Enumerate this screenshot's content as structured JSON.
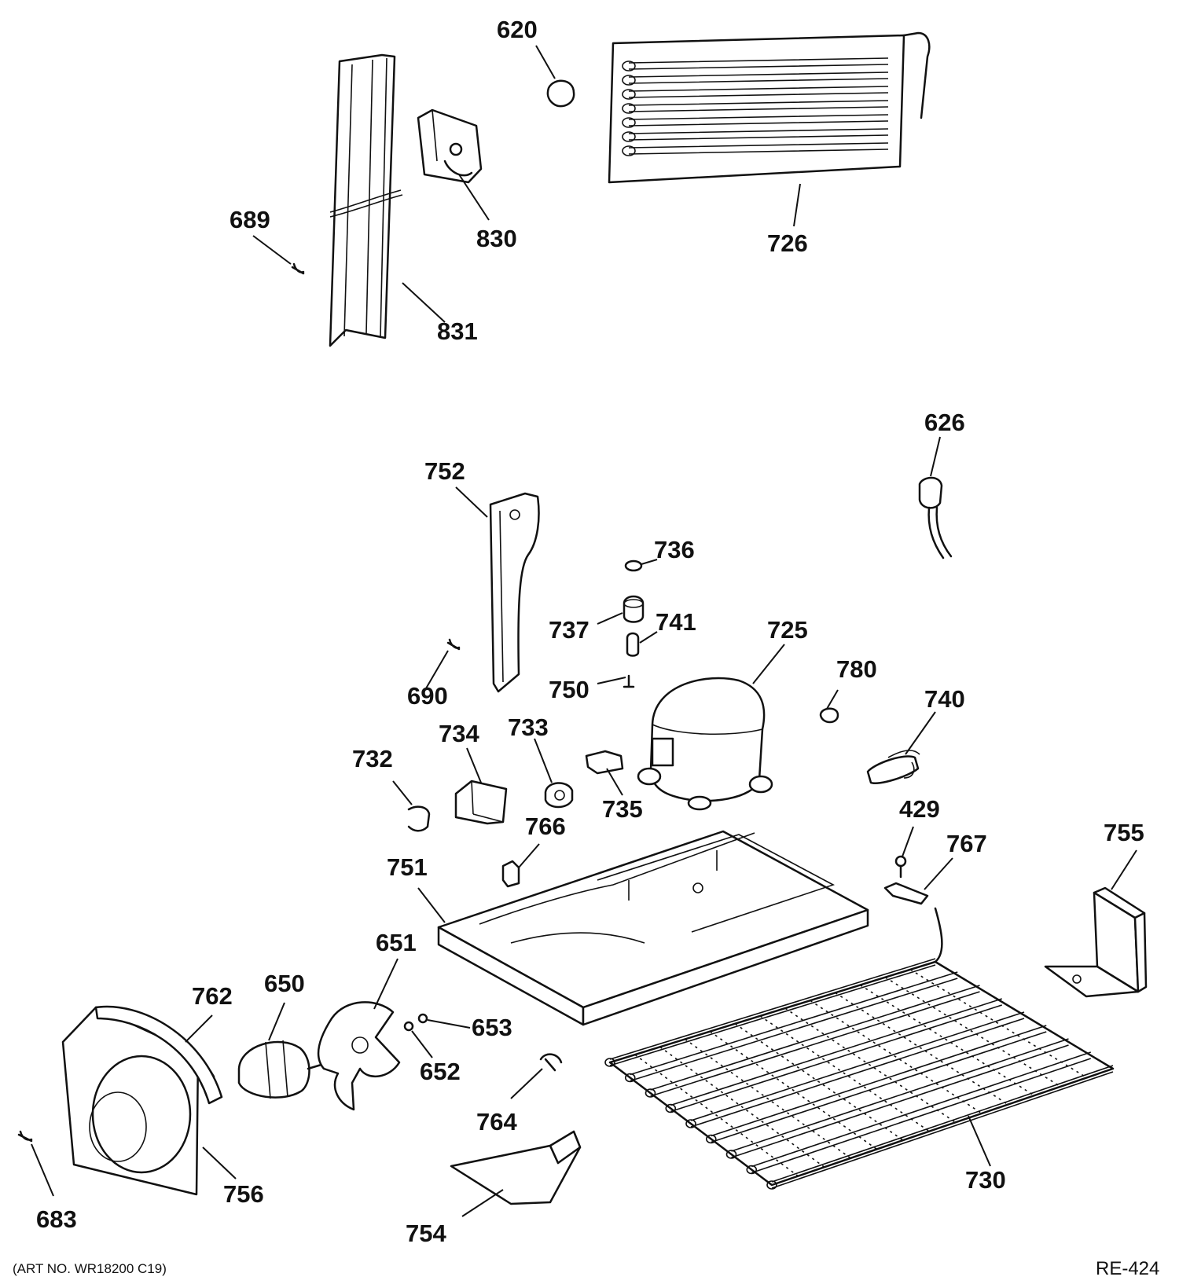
{
  "callouts": {
    "c620": "620",
    "c726": "726",
    "c830": "830",
    "c689": "689",
    "c831": "831",
    "c626": "626",
    "c752": "752",
    "c736": "736",
    "c737": "737",
    "c741": "741",
    "c725": "725",
    "c690": "690",
    "c750": "750",
    "c780": "780",
    "c740": "740",
    "c734": "734",
    "c733": "733",
    "c732": "732",
    "c735": "735",
    "c429": "429",
    "c766": "766",
    "c767": "767",
    "c755": "755",
    "c751": "751",
    "c651": "651",
    "c762": "762",
    "c650": "650",
    "c653": "653",
    "c652": "652",
    "c764": "764",
    "c730": "730",
    "c756": "756",
    "c683": "683",
    "c754": "754"
  },
  "footer": {
    "art_number": "(ART NO. WR18200 C19)",
    "code": "RE-424"
  }
}
